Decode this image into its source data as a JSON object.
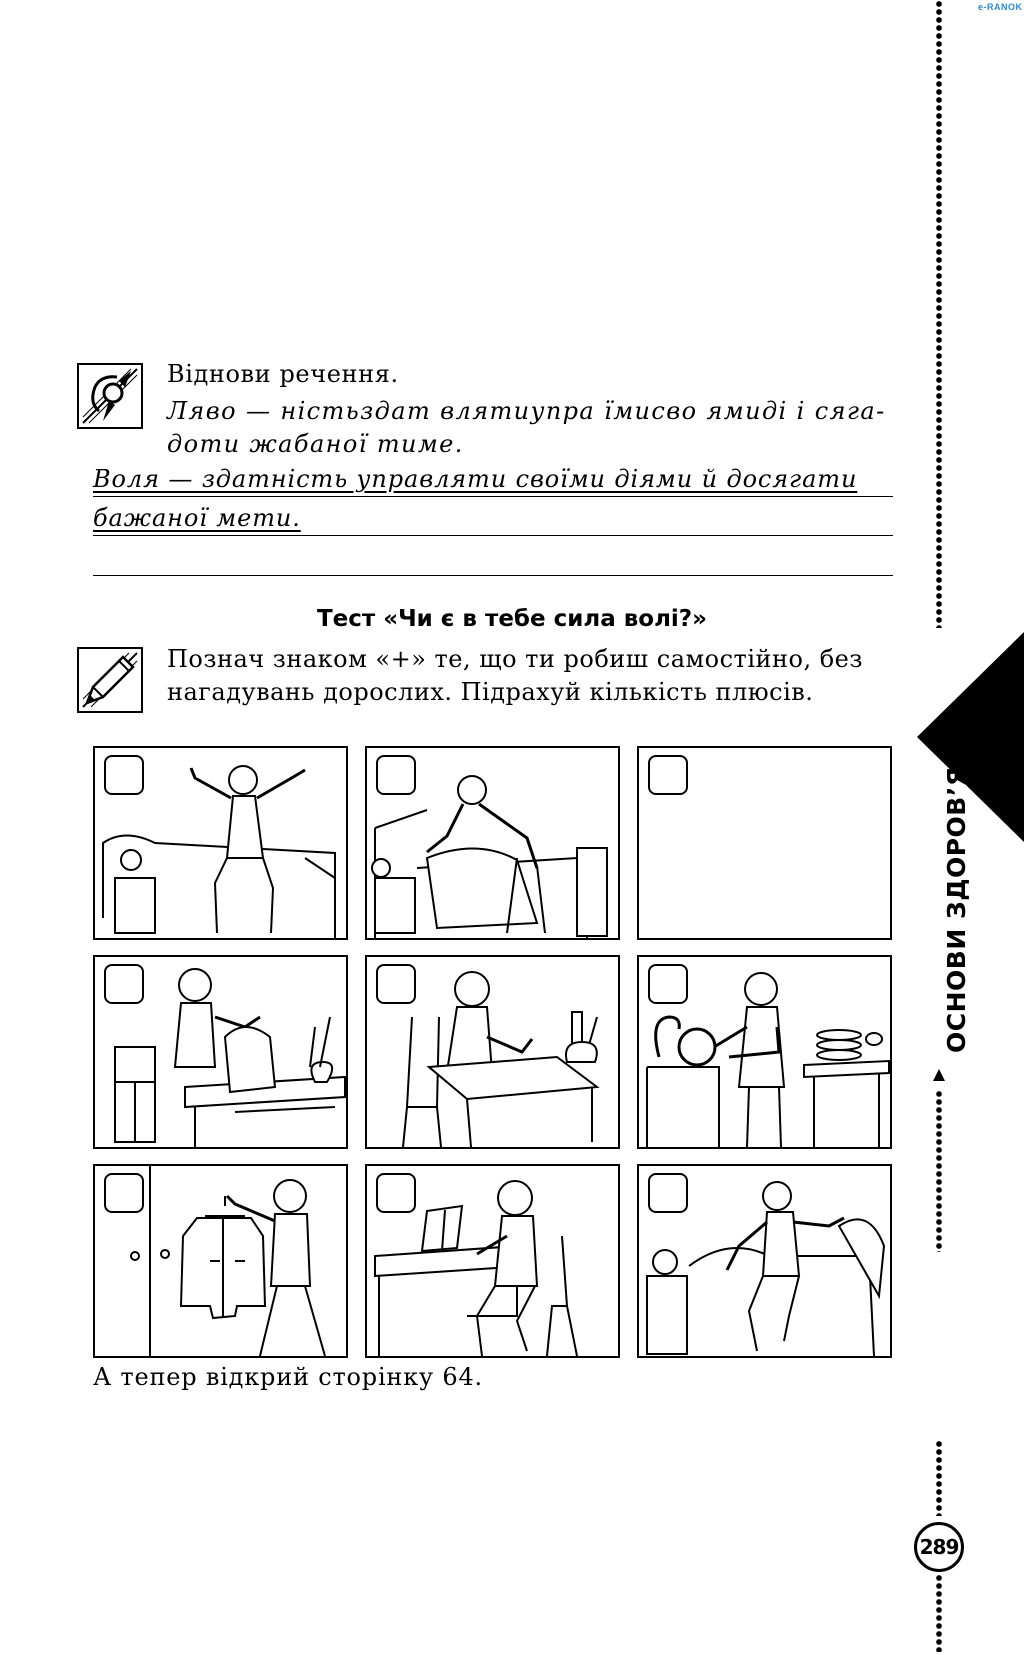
{
  "publisher_logo": "e-RANOK",
  "side_title": "ОСНОВИ ЗДОРОВ’Я",
  "page_number": "289",
  "task1": {
    "icon": "compass-icon",
    "prompt": "Віднови речення.",
    "scrambled_line1": "Ляво — ністьздат влятиупра їмисво ямиді і сяга-",
    "scrambled_line2": "доти жабаної тиме.",
    "answer_line1": "Воля — здатність управляти своїми діями й досягати",
    "answer_line2": "бажаної мети."
  },
  "test": {
    "title": "Тест «Чи є в тебе сила волі?»",
    "icon": "pencil-icon",
    "instruction_line1": "Познач знаком «+» те, що ти робиш самостійно, без",
    "instruction_line2": "нагадувань дорослих. Підрахуй кількість плюсів.",
    "pictures": [
      {
        "scene": "boy-waking-up-stretching",
        "checked": false
      },
      {
        "scene": "boy-making-bed",
        "checked": false
      },
      {
        "scene": "empty",
        "checked": false
      },
      {
        "scene": "boy-packing-schoolbag",
        "checked": false
      },
      {
        "scene": "boy-doing-homework",
        "checked": false
      },
      {
        "scene": "boy-washing-dishes",
        "checked": false
      },
      {
        "scene": "boy-hanging-jacket",
        "checked": false
      },
      {
        "scene": "boy-reading-at-desk",
        "checked": false
      },
      {
        "scene": "boy-going-to-bed",
        "checked": false
      }
    ],
    "closing": "А тепер відкрий сторінку 64."
  }
}
